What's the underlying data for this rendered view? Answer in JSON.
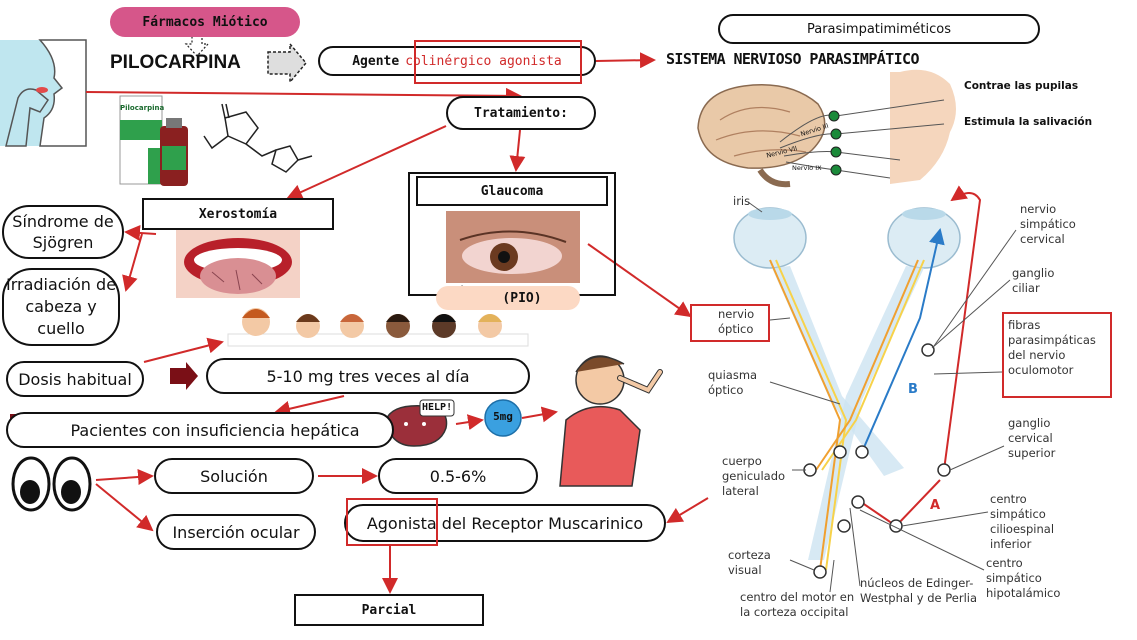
{
  "header": {
    "farmacos": "Fármacos Miótico",
    "drug": "PILOCARPINA",
    "agente_prefix": "Agente",
    "agente_highlight": "colinérgico agonista",
    "parasimpat": "Parasimpatimiméticos",
    "sistema": "SISTEMA NERVIOSO PARASIMPÁTICO"
  },
  "product": {
    "box_label": "Pilocarpina"
  },
  "tratamiento": "Tratamiento:",
  "glaucoma": "Glaucoma",
  "pio": "(PIO)",
  "xerostomia": "Xerostomía",
  "sjogren": "Síndrome de Sjögren",
  "irradiacion": "Irradiación de cabeza y cuello",
  "dosis": "Dosis habitual",
  "dosis_valor": "5-10 mg tres veces al día",
  "pacientes": "Pacientes con insuficiencia hepática",
  "help": "HELP!",
  "cinco_mg": "5mg",
  "solucion": "Solución",
  "solucion_valor": "0.5-6%",
  "insercion": "Inserción ocular",
  "agonista": "Agonista del Receptor Muscarinico",
  "parcial": "Parcial",
  "nervous": {
    "contrae": "Contrae las pupilas",
    "saliva": "Estimula la salivación",
    "nervio3": "Nervio III",
    "nervio7": "Nervio VII",
    "nervio9": "Nervio IX"
  },
  "anatomy": {
    "iris": "iris",
    "nervio_optico": "nervio óptico",
    "quiasma": "quiasma óptico",
    "cuerpo": "cuerpo geniculado lateral",
    "corteza": "corteza visual",
    "centro_motor": "centro del motor en la corteza occipital",
    "nucleos": "núcleos de Edinger-Westphal y de Perlia",
    "nervio_simpatico": "nervio simpático cervical",
    "ganglio_ciliar": "ganglio ciliar",
    "fibras": "fibras parasimpáticas del nervio oculomotor",
    "ganglio_cervical": "ganglio cervical superior",
    "centro_cilio": "centro simpático cilioespinal inferior",
    "centro_hipo": "centro simpático hipotalámico",
    "letter_a": "A",
    "letter_b": "B"
  },
  "colors": {
    "red": "#d12a2a",
    "pink": "#d6568a",
    "peach": "#fcd9c4",
    "blue": "#2a7bc8"
  }
}
